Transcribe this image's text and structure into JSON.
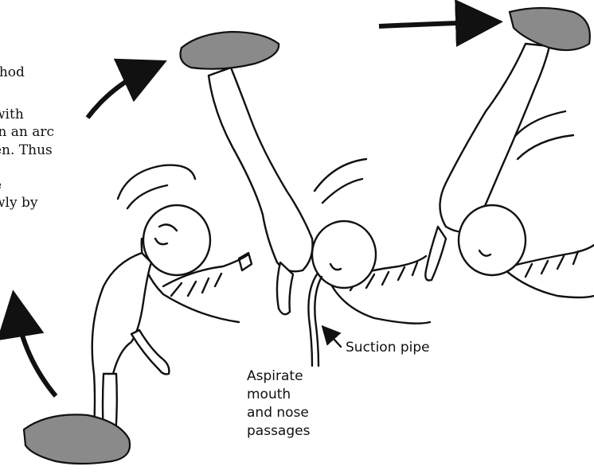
{
  "caption_lines": [
    "thod",
    "with",
    "in an arc",
    "en. Thus",
    "e",
    "wly by"
  ],
  "labels": {
    "suction_pipe": "Suction pipe",
    "aspirate": "Aspirate\nmouth\nand nose\npassages"
  },
  "colors": {
    "ink": "#111111",
    "glove": "#8a8a8a",
    "background": "#ffffff"
  }
}
